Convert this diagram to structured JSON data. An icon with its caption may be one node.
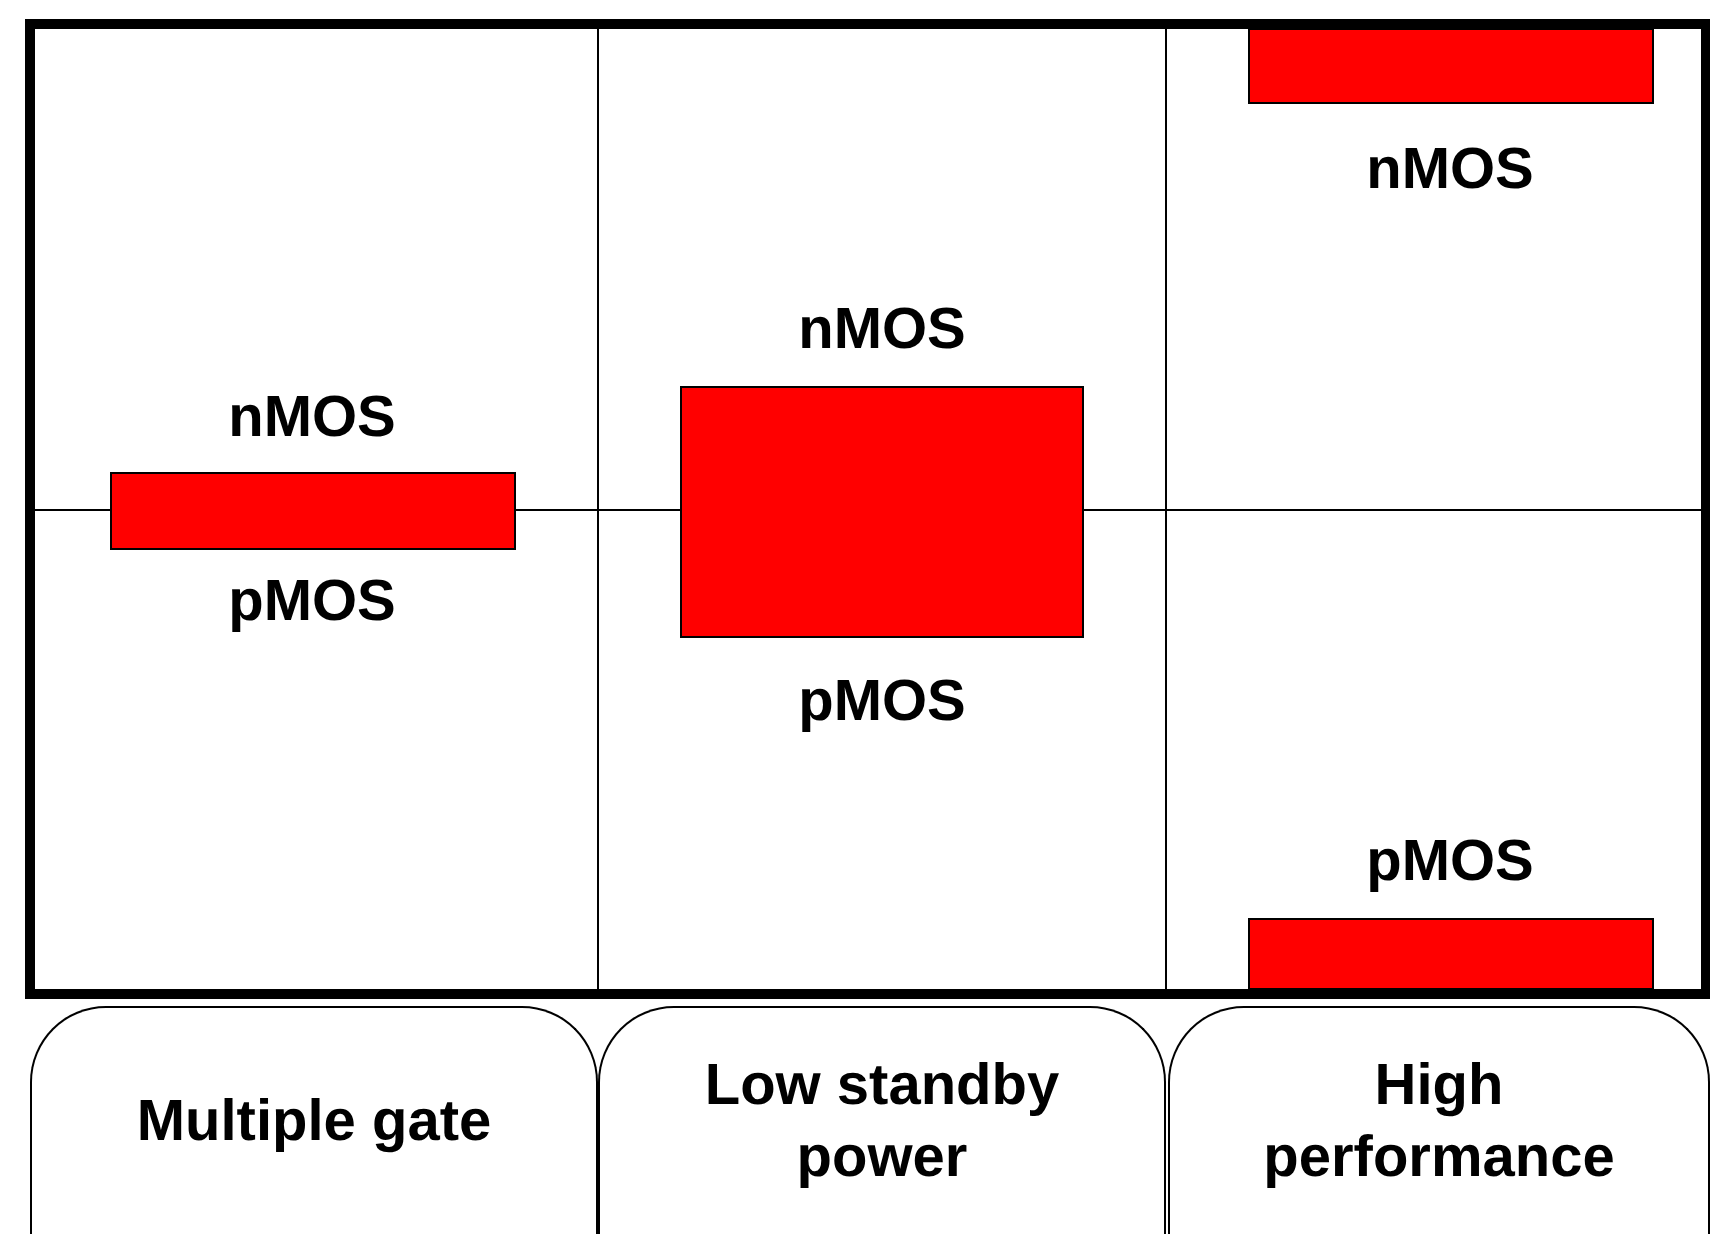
{
  "diagram": {
    "nodes": [
      {
        "text": [],
        "shape": "bar"
      },
      {
        "text": [],
        "shape": "bar"
      },
      {
        "text": [],
        "shape": "bar"
      },
      {
        "text": [],
        "shape": "bar"
      },
      {
        "text": [
          "Multiple gate"
        ]
      },
      {
        "text": [
          "Low standby power"
        ]
      },
      {
        "text": [
          "High performance"
        ]
      }
    ],
    "labels": [
      "nMOS",
      "nMOS",
      "nMOS",
      "pMOS",
      "pMOS",
      "pMOS"
    ]
  }
}
